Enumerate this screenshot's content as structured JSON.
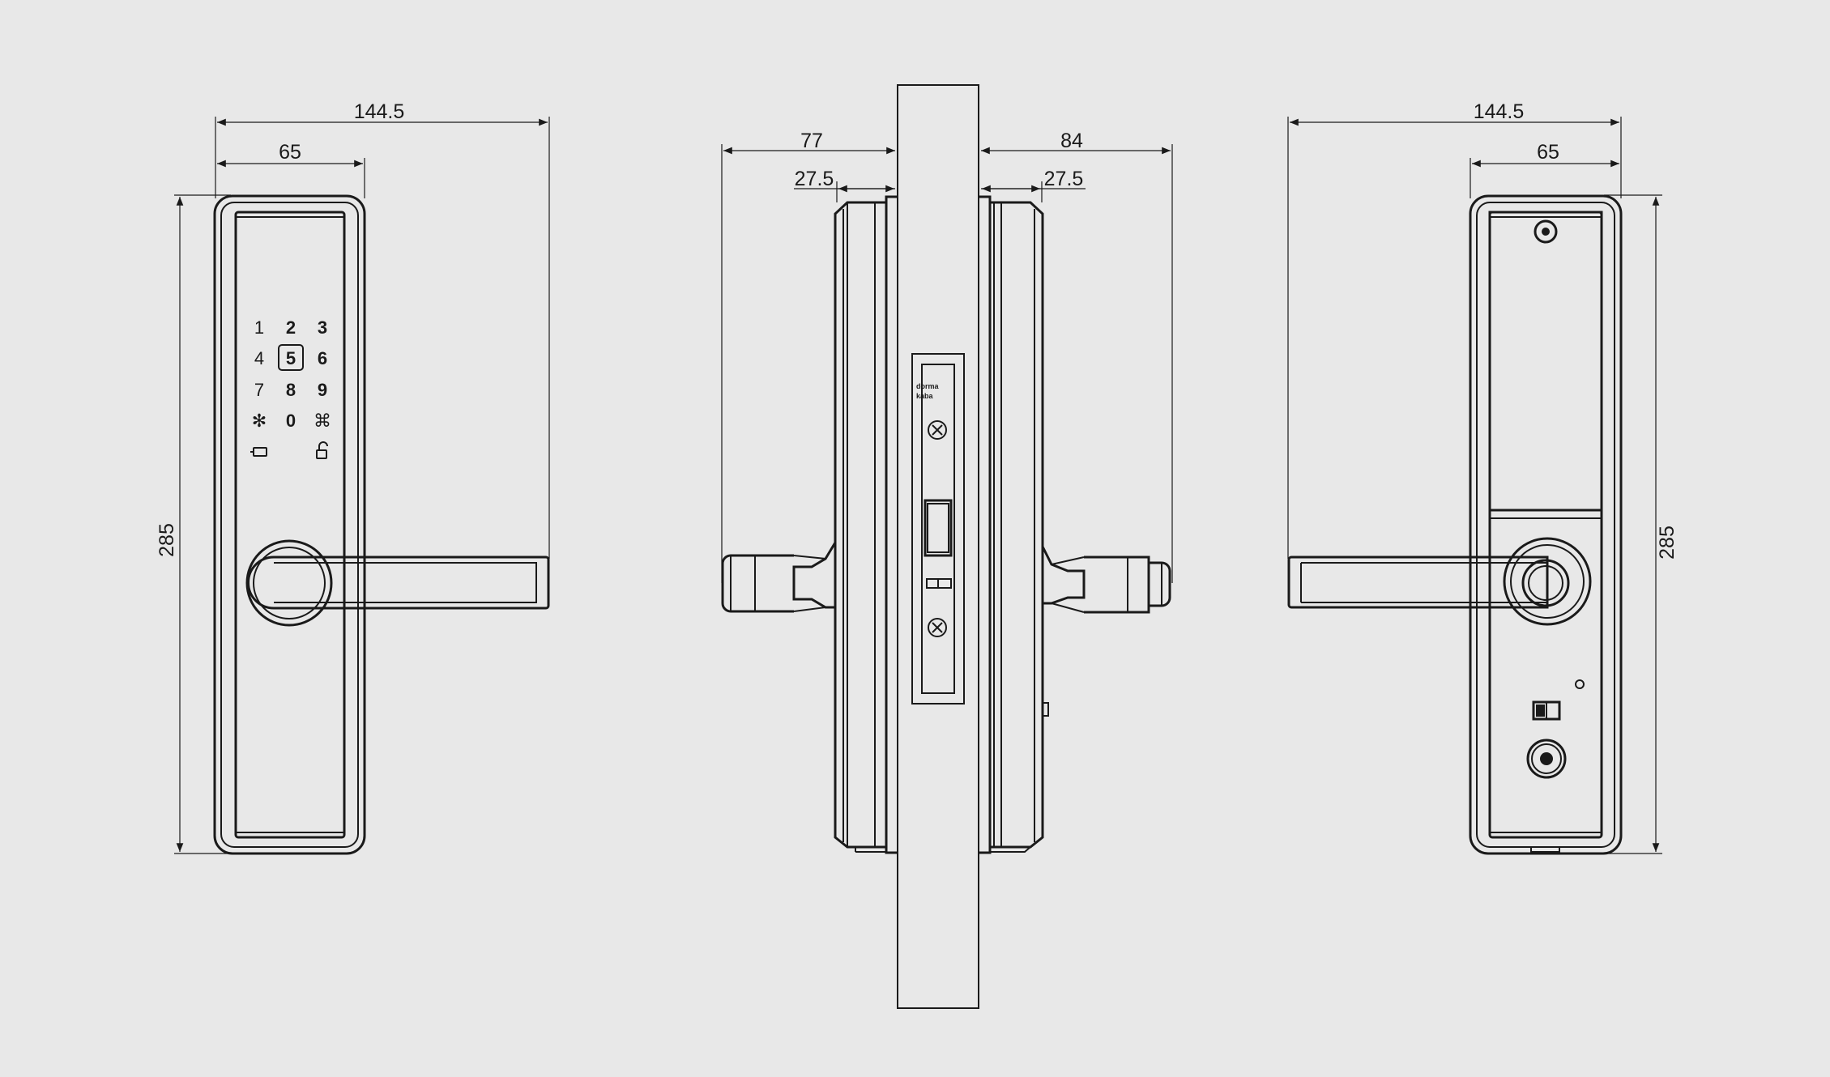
{
  "front_view": {
    "dimensions": {
      "total_width": "144.5",
      "plate_width": "65",
      "height": "285"
    },
    "keypad": {
      "keys": [
        "1",
        "2",
        "3",
        "4",
        "5",
        "6",
        "7",
        "8",
        "9",
        "✻",
        "0",
        "⌘"
      ],
      "highlighted_key": "5"
    }
  },
  "side_view": {
    "dimensions": {
      "left_projection": "77",
      "right_projection": "84",
      "left_escutcheon_depth": "27.5",
      "right_escutcheon_depth": "27.5"
    },
    "mortise_brand": [
      "dorma",
      "kaba"
    ]
  },
  "back_view": {
    "dimensions": {
      "total_width": "144.5",
      "plate_width": "65",
      "height": "285"
    }
  },
  "colors": {
    "background": "#e8e8e8",
    "line": "#1a1a1a"
  }
}
